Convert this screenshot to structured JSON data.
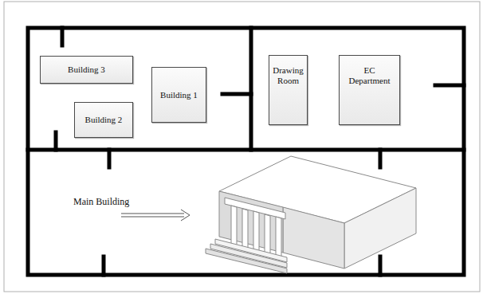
{
  "diagram": {
    "nodes": [
      {
        "text": [
          "Building 3"
        ]
      },
      {
        "text": [
          "Building 2"
        ]
      },
      {
        "text": [
          "Building 1"
        ]
      },
      {
        "text": [
          "Drawing Room"
        ]
      },
      {
        "text": [
          "EC Department"
        ]
      }
    ],
    "labels": [
      "Main Building"
    ]
  }
}
